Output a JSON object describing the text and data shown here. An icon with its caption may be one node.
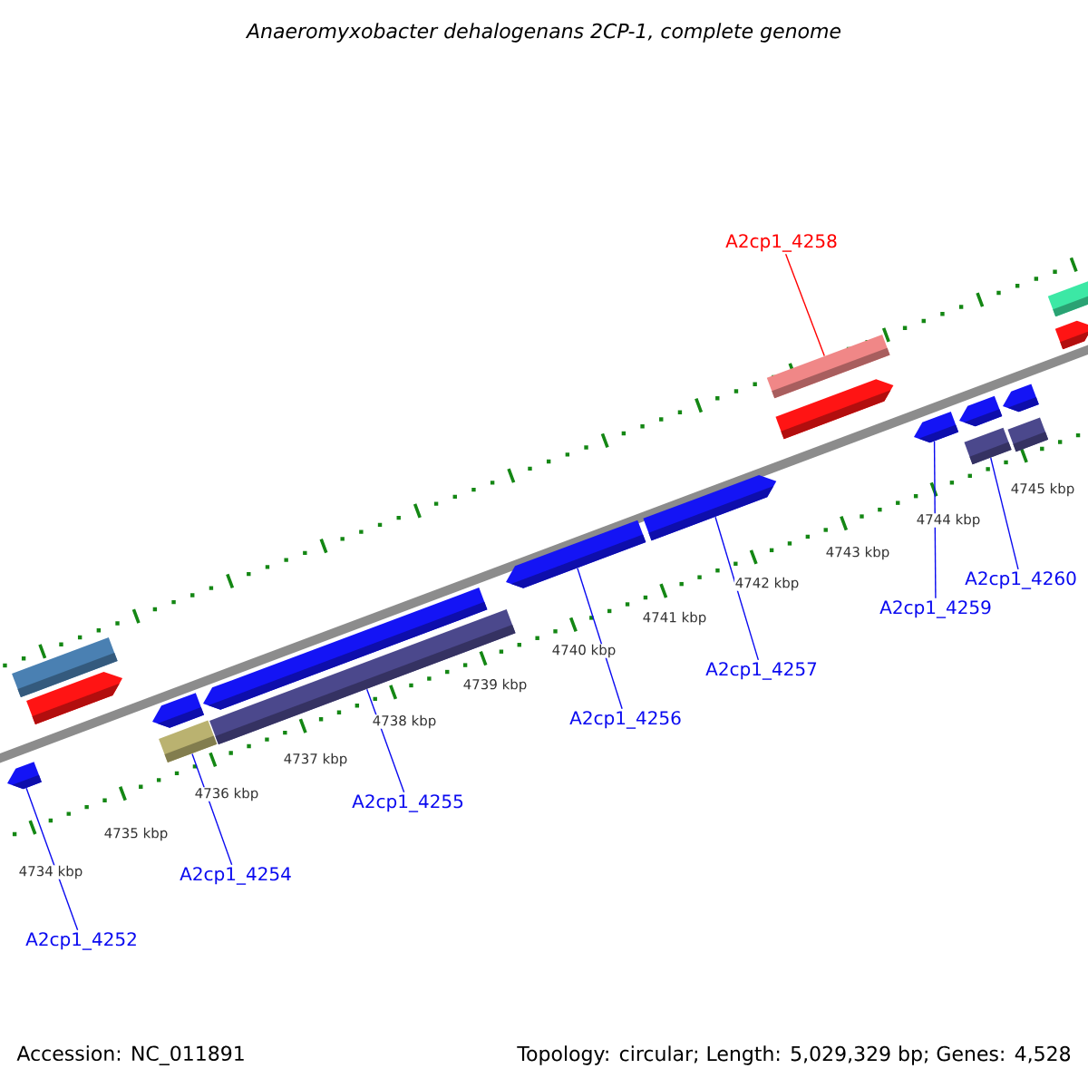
{
  "diagram": {
    "title": "Anaeromyxobacter dehalogenans 2CP-1, complete genome",
    "nodes": [
      {
        "text": [
          "A2cp1_4252"
        ]
      },
      {
        "text": [
          "A2cp1_4254"
        ]
      },
      {
        "text": [
          "A2cp1_4255"
        ]
      },
      {
        "text": [
          "A2cp1_4256"
        ]
      },
      {
        "text": [
          "A2cp1_4257"
        ]
      },
      {
        "text": [
          "A2cp1_4258"
        ]
      },
      {
        "text": [
          "A2cp1_4259"
        ]
      },
      {
        "text": [
          "A2cp1_4260"
        ]
      },
      {
        "text": [],
        "shape": "arrow"
      },
      {
        "text": [],
        "shape": "bar"
      },
      {
        "text": [],
        "shape": "arrow"
      },
      {
        "text": [],
        "shape": "arrow"
      },
      {
        "text": [],
        "shape": "bar"
      },
      {
        "text": [],
        "shape": "arrow"
      },
      {
        "text": [],
        "shape": "bar"
      },
      {
        "text": [],
        "shape": "arrow"
      },
      {
        "text": [],
        "shape": "arrow"
      },
      {
        "text": [],
        "shape": "bar"
      },
      {
        "text": [],
        "shape": "arrow"
      },
      {
        "text": [],
        "shape": "arrow"
      },
      {
        "text": [],
        "shape": "arrow"
      },
      {
        "text": [],
        "shape": "bar"
      },
      {
        "text": [],
        "shape": "arrow"
      },
      {
        "text": [],
        "shape": "bar"
      },
      {
        "text": [],
        "shape": "bar"
      },
      {
        "text": [],
        "shape": "arrow"
      }
    ],
    "edges": [
      {
        "from": 0,
        "to": 8,
        "arrow": "none"
      },
      {
        "from": 1,
        "to": 12,
        "arrow": "none"
      },
      {
        "from": 2,
        "to": 14,
        "arrow": "none"
      },
      {
        "from": 3,
        "to": 15,
        "arrow": "none"
      },
      {
        "from": 4,
        "to": 16,
        "arrow": "none"
      },
      {
        "from": 5,
        "to": 17,
        "arrow": "none",
        "color": "#ff0000"
      },
      {
        "from": 6,
        "to": 19,
        "arrow": "none"
      },
      {
        "from": 7,
        "to": 21,
        "arrow": "none"
      }
    ],
    "labels": [
      "4734 kbp",
      "4735 kbp",
      "4736 kbp",
      "4737 kbp",
      "4738 kbp",
      "4739 kbp",
      "4740 kbp",
      "4741 kbp",
      "4742 kbp",
      "4743 kbp",
      "4744 kbp",
      "4745 kbp",
      "Accession: NC_011891",
      "Topology: circular; Length: 5,029,329 bp; Genes: 4,528"
    ]
  }
}
